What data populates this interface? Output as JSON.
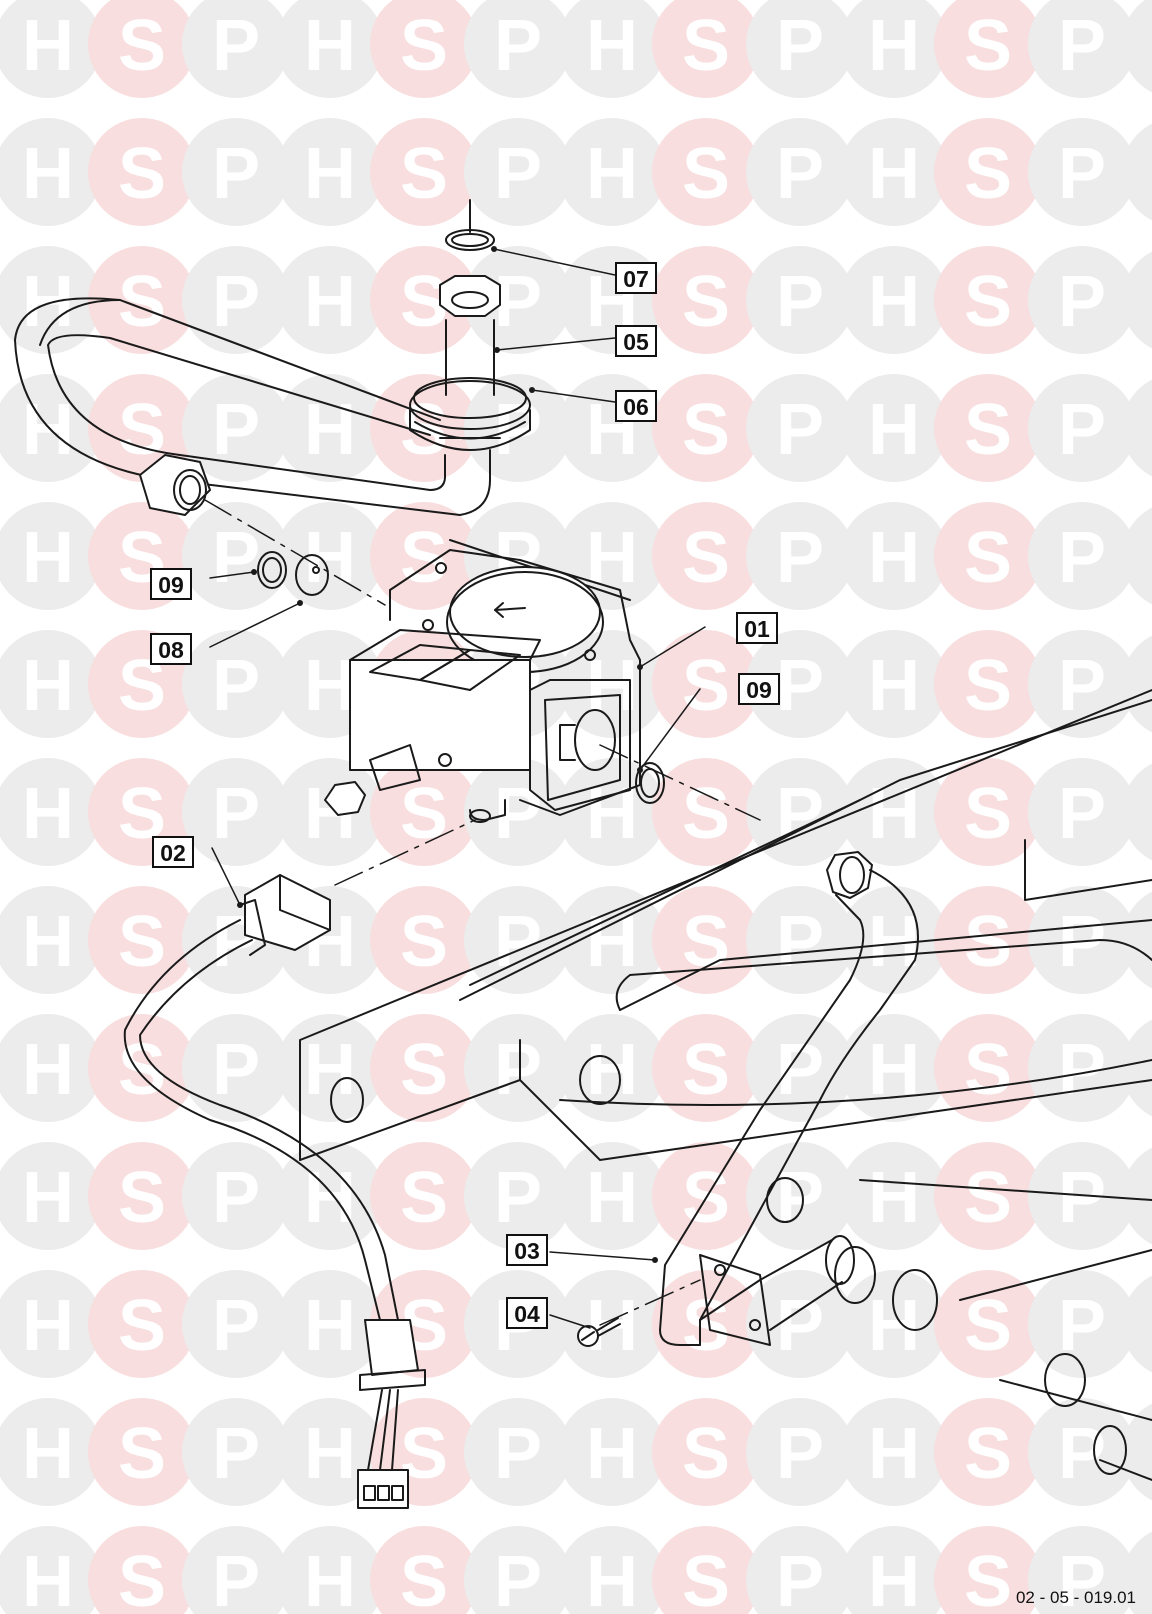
{
  "watermark": {
    "letters": [
      "H",
      "S",
      "P"
    ]
  },
  "callouts": {
    "c07": "07",
    "c05": "05",
    "c06": "06",
    "c09a": "09",
    "c08": "08",
    "c01": "01",
    "c09b": "09",
    "c02": "02",
    "c03": "03",
    "c04": "04"
  },
  "drawing_ref": "02 - 05 - 019.01",
  "colors": {
    "watermark_grey": "#ececec",
    "watermark_pink": "#f8dede",
    "watermark_letter_grey": "#ffffff",
    "line": "#1a1a1a"
  }
}
